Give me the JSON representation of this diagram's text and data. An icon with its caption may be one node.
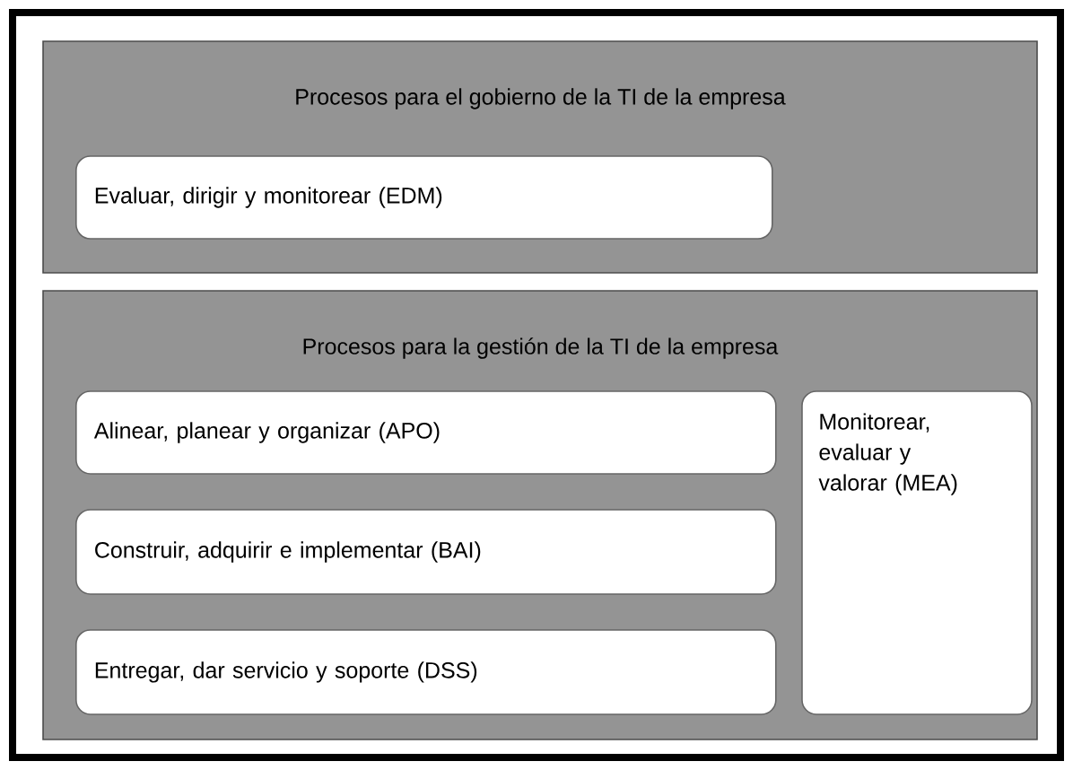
{
  "diagram": {
    "nodes": [
      {
        "text": [
          "Procesos para el gobierno de la TI de la empresa"
        ]
      },
      {
        "text": [
          "Evaluar, dirigir y monitorear (EDM)"
        ],
        "in": 0
      },
      {
        "text": [
          "Procesos para la gestión de la TI de la empresa"
        ]
      },
      {
        "text": [
          "Alinear, planear y organizar (APO)"
        ],
        "in": 2
      },
      {
        "text": [
          "Construir, adquirir e implementar (BAI)"
        ],
        "in": 2
      },
      {
        "text": [
          "Entregar, dar servicio y soporte (DSS)"
        ],
        "in": 2
      },
      {
        "text": [
          "Monitorear, evaluar y valorar (MEA)"
        ],
        "in": 2
      }
    ]
  }
}
